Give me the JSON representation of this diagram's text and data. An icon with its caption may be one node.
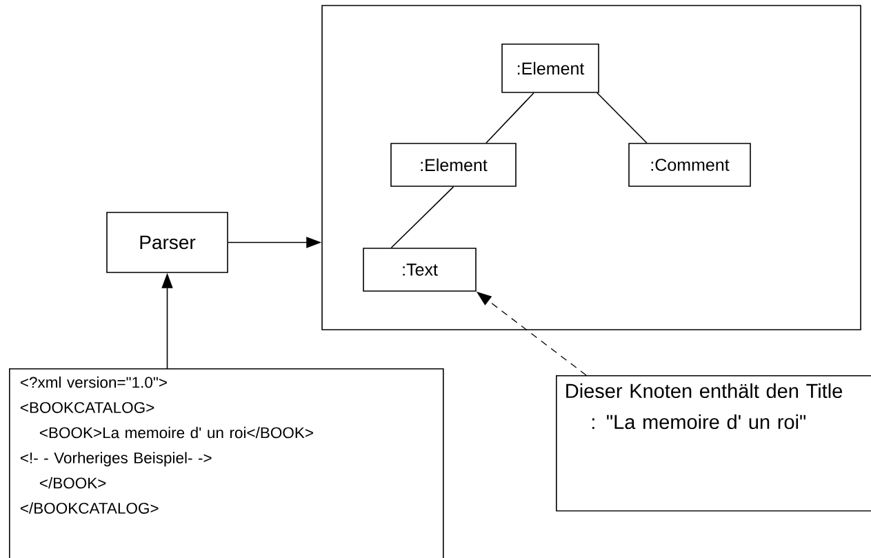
{
  "diagram": {
    "nodes": [
      {
        "text": [
          "Parser"
        ]
      },
      {
        "text": [],
        "shape": "box"
      },
      {
        "text": [
          ":Element"
        ],
        "in": 1
      },
      {
        "text": [
          ":Element"
        ],
        "in": 1
      },
      {
        "text": [
          ":Comment"
        ],
        "in": 1
      },
      {
        "text": [
          ":Text"
        ],
        "in": 1
      },
      {
        "text": [
          "<?xml version=\"1.0\">",
          "<BOOKCATALOG>",
          "<BOOK>La memoire d' un roi</BOOK>",
          "<!- - Vorheriges Beispiel- ->",
          "</BOOK>",
          "</BOOKCATALOG>"
        ]
      },
      {
        "text": [
          "Dieser Knoten enthält den Title : \"La memoire d' un roi\""
        ]
      }
    ],
    "edges": [
      {
        "from": 0,
        "to": 1,
        "arrow": "to"
      },
      {
        "from": 6,
        "to": 0,
        "arrow": "to"
      },
      {
        "from": 2,
        "to": 3,
        "arrow": "none"
      },
      {
        "from": 2,
        "to": 4,
        "arrow": "none"
      },
      {
        "from": 3,
        "to": 5,
        "arrow": "none"
      },
      {
        "from": 7,
        "to": 5,
        "arrow": "to",
        "style": "dashed"
      }
    ]
  }
}
